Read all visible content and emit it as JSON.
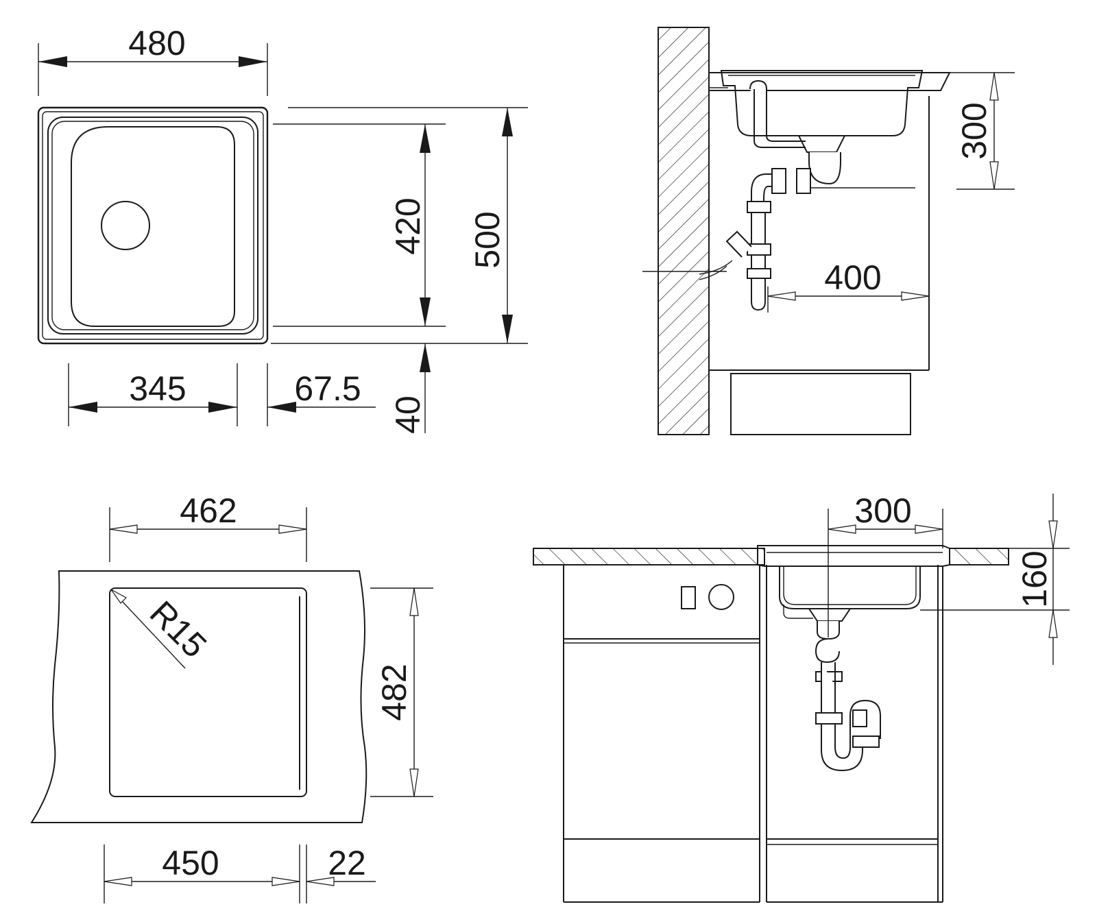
{
  "dimensions": {
    "top_width": "480",
    "top_depth": "500",
    "bowl_depth": "420",
    "bowl_width": "345",
    "side_offset": "67.5",
    "front_offset": "40",
    "cabinet_width": "400",
    "side_height": "300",
    "cutout_width": "462",
    "cutout_depth": "482",
    "corner_radius": "R15",
    "min_cabinet": "450",
    "edge_gap": "22",
    "front_width": "300",
    "front_depth": "160"
  }
}
